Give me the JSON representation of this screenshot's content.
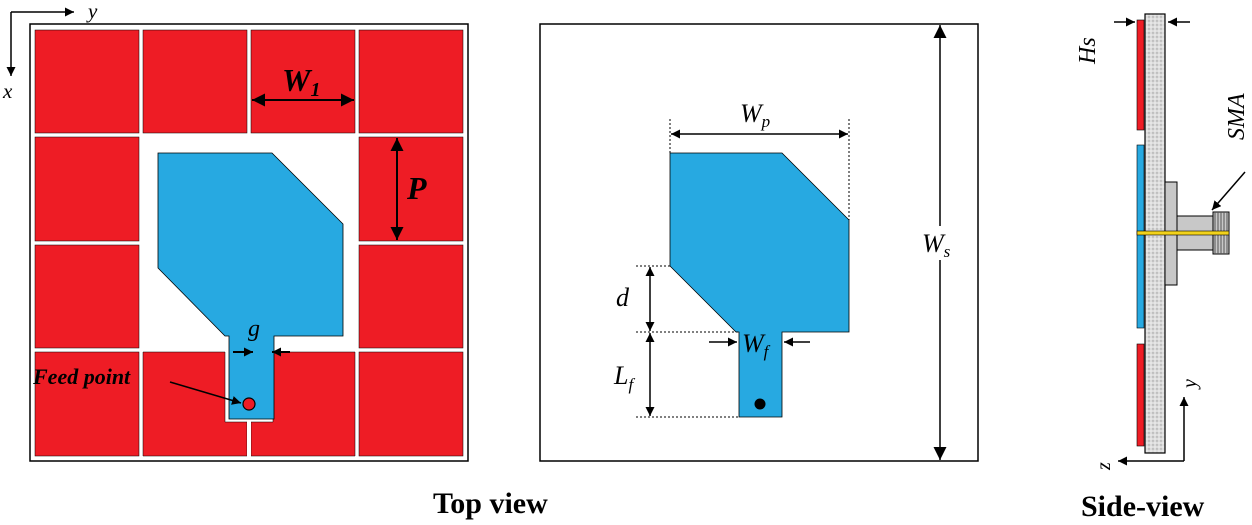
{
  "colors": {
    "red_cell": "#ee1c25",
    "patch_blue": "#27a9e1",
    "substrate_gray": "#d3d3d3",
    "connector_gray": "#c8c8c8",
    "pin_yellow": "#f2d21a"
  },
  "left_panel": {
    "axis_x": "x",
    "axis_y": "y",
    "label_W1_main": "W",
    "label_W1_sub": "1",
    "label_P": "P",
    "label_g": "g",
    "label_feed_point": "Feed point"
  },
  "middle_panel": {
    "label_Wp_main": "W",
    "label_Wp_sub": "p",
    "label_Ws_main": "W",
    "label_Ws_sub": "s",
    "label_d": "d",
    "label_Lf_main": "L",
    "label_Lf_sub": "f",
    "label_Wf_main": "W",
    "label_Wf_sub": "f"
  },
  "right_panel": {
    "label_Hs": "Hs",
    "label_SMA": "SMA",
    "axis_y": "y",
    "axis_z": "z"
  },
  "captions": {
    "top_view": "Top view",
    "side_view": "Side-view"
  }
}
